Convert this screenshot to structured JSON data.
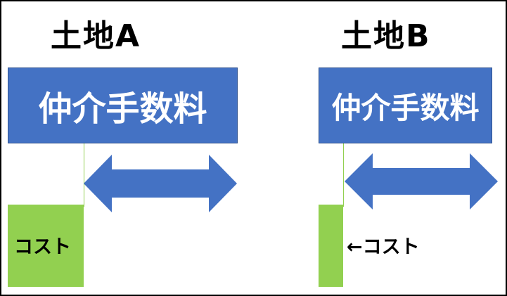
{
  "colors": {
    "fee_blue": "#4472c4",
    "cost_green": "#92d050",
    "arrow_blue": "#4472c4",
    "border": "#000000"
  },
  "land_a": {
    "title": "土地A",
    "fee_label": "仲介手数料",
    "cost_label": "コスト"
  },
  "land_b": {
    "title": "土地B",
    "fee_label": "仲介手数料",
    "cost_label": "←コスト"
  }
}
